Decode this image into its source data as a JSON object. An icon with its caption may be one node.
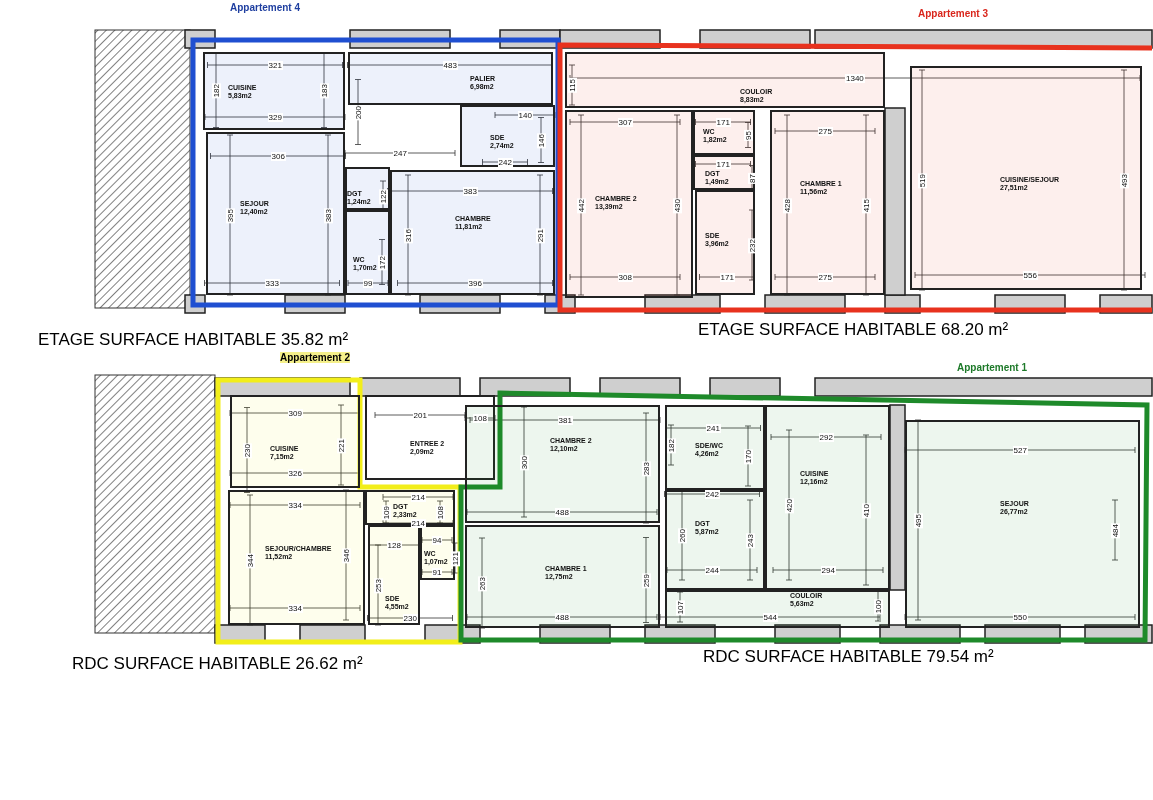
{
  "diagram": {
    "nodes": [
      {
        "text": [
          "Appartement 4"
        ]
      },
      {
        "text": [
          "CUISINE",
          "5,83m2"
        ],
        "in": 0
      },
      {
        "text": [
          "PALIER",
          "6,98m2"
        ],
        "in": 0
      },
      {
        "text": [
          "SDE",
          "2,74m2"
        ],
        "in": 0
      },
      {
        "text": [
          "SEJOUR",
          "12,40m2"
        ],
        "in": 0
      },
      {
        "text": [
          "DGT",
          "1,24m2"
        ],
        "in": 0
      },
      {
        "text": [
          "WC",
          "1,70m2"
        ],
        "in": 0
      },
      {
        "text": [
          "CHAMBRE",
          "11,81m2"
        ],
        "in": 0
      },
      {
        "text": [
          "Appartement 3"
        ]
      },
      {
        "text": [
          "COULOIR",
          "8,83m2"
        ],
        "in": 8
      },
      {
        "text": [
          "WC",
          "1,82m2"
        ],
        "in": 8
      },
      {
        "text": [
          "DGT",
          "1,49m2"
        ],
        "in": 8
      },
      {
        "text": [
          "CHAMBRE 2",
          "13,39m2"
        ],
        "in": 8
      },
      {
        "text": [
          "SDE",
          "3,96m2"
        ],
        "in": 8
      },
      {
        "text": [
          "CHAMBRE 1",
          "11,56m2"
        ],
        "in": 8
      },
      {
        "text": [
          "CUISINE/SEJOUR",
          "27,51m2"
        ],
        "in": 8
      },
      {
        "text": [
          "Appartement 2"
        ]
      },
      {
        "text": [
          "CUISINE",
          "7,15m2"
        ],
        "in": 16
      },
      {
        "text": [
          "DGT",
          "2,33m2"
        ],
        "in": 16
      },
      {
        "text": [
          "SEJOUR/CHAMBRE",
          "11,52m2"
        ],
        "in": 16
      },
      {
        "text": [
          "WC",
          "1,07m2"
        ],
        "in": 16
      },
      {
        "text": [
          "SDE",
          "4,55m2"
        ],
        "in": 16
      },
      {
        "text": [
          "ENTREE 2",
          "2,09m2"
        ]
      },
      {
        "text": [
          "Appartement 1"
        ]
      },
      {
        "text": [
          "CHAMBRE 2",
          "12,10m2"
        ],
        "in": 23
      },
      {
        "text": [
          "SDE/WC",
          "4,26m2"
        ],
        "in": 23
      },
      {
        "text": [
          "CUISINE",
          "12,16m2"
        ],
        "in": 23
      },
      {
        "text": [
          "DGT",
          "5,87m2"
        ],
        "in": 23
      },
      {
        "text": [
          "SEJOUR",
          "26,77m2"
        ],
        "in": 23
      },
      {
        "text": [
          "CHAMBRE 1",
          "12,75m2"
        ],
        "in": 23
      },
      {
        "text": [
          "COULOIR",
          "5,63m2"
        ],
        "in": 23
      }
    ],
    "labels": [
      "321",
      "182",
      "183",
      "329",
      "483",
      "200",
      "140",
      "146",
      "306",
      "247",
      "242",
      "383",
      "122",
      "395",
      "383",
      "316",
      "172",
      "291",
      "333",
      "99",
      "396",
      "115",
      "1340",
      "307",
      "171",
      "95",
      "275",
      "171",
      "87",
      "442",
      "430",
      "428",
      "415",
      "519",
      "493",
      "232",
      "308",
      "171",
      "275",
      "556",
      "ETAGE SURFACE HABITABLE 35.82 m²",
      "ETAGE SURFACE HABITABLE 68.20 m²",
      "309",
      "201",
      "108",
      "230",
      "221",
      "326",
      "214",
      "334",
      "109",
      "108",
      "214",
      "128",
      "94",
      "121",
      "91",
      "344",
      "346",
      "253",
      "334",
      "230",
      "381",
      "241",
      "292",
      "182",
      "170",
      "527",
      "300",
      "283",
      "242",
      "420",
      "410",
      "488",
      "260",
      "243",
      "495",
      "484",
      "244",
      "294",
      "263",
      "259",
      "107",
      "100",
      "488",
      "544",
      "550",
      "RDC SURFACE HABITABLE 26.62 m²",
      "RDC SURFACE HABITABLE 79.54 m²"
    ]
  }
}
